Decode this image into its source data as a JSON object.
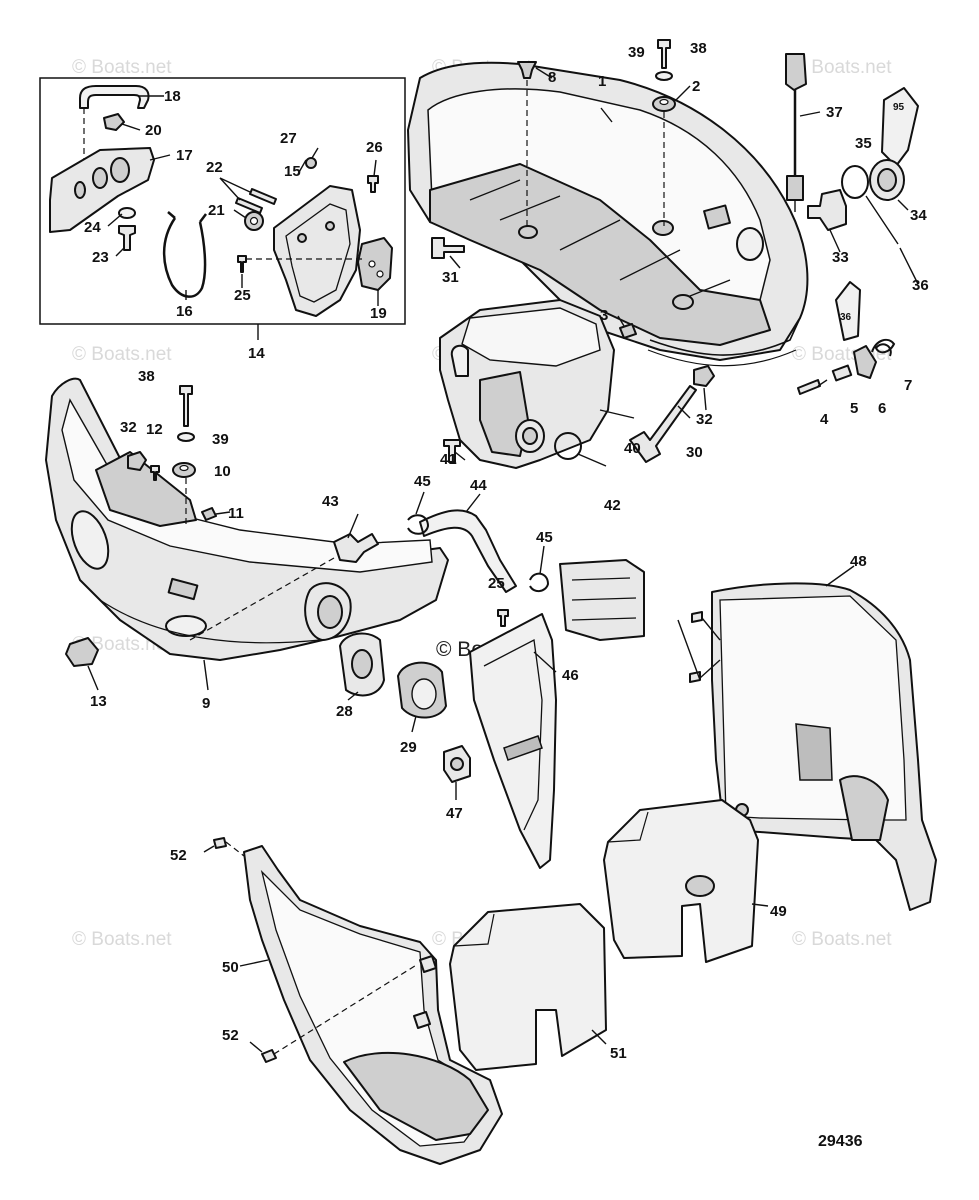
{
  "labels": {
    "p1": "1",
    "p2": "2",
    "p3": "3",
    "p4": "4",
    "p5": "5",
    "p6": "6",
    "p7": "7",
    "p8": "8",
    "p9": "9",
    "p10": "10",
    "p11": "11",
    "p12": "12",
    "p13": "13",
    "p14": "14",
    "p15": "15",
    "p16": "16",
    "p17": "17",
    "p18": "18",
    "p19": "19",
    "p20": "20",
    "p21": "21",
    "p22": "22",
    "p23": "23",
    "p24": "24",
    "p25a": "25",
    "p25b": "25",
    "p26": "26",
    "p27": "27",
    "p28": "28",
    "p29": "29",
    "p30": "30",
    "p31": "31",
    "p32a": "32",
    "p32b": "32",
    "p33": "33",
    "p34": "34",
    "p35": "35",
    "p36a": "36",
    "p36b": "36",
    "p37": "37",
    "p38a": "38",
    "p38b": "38",
    "p39a": "39",
    "p39b": "39",
    "p40": "40",
    "p41": "41",
    "p42": "42",
    "p43": "43",
    "p44": "44",
    "p45a": "45",
    "p45b": "45",
    "p46": "46",
    "p47": "47",
    "p48": "48",
    "p49": "49",
    "p50": "50",
    "p51": "51",
    "p52a": "52",
    "p52b": "52",
    "tube95": "95"
  },
  "figure_number": "29436",
  "watermark": "© Boats.net"
}
